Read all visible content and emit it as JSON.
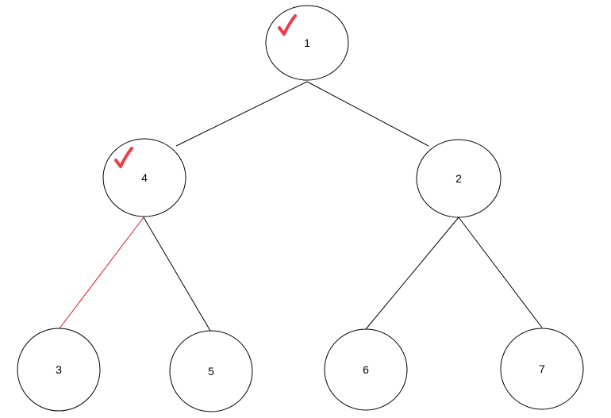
{
  "diagram": {
    "nodes": [
      {
        "id": "n1",
        "label": "1",
        "checked": true
      },
      {
        "id": "n4",
        "label": "4",
        "checked": true
      },
      {
        "id": "n2",
        "label": "2",
        "checked": false
      },
      {
        "id": "n3",
        "label": "3",
        "checked": false
      },
      {
        "id": "n5",
        "label": "5",
        "checked": false
      },
      {
        "id": "n6",
        "label": "6",
        "checked": false
      },
      {
        "id": "n7",
        "label": "7",
        "checked": false
      }
    ],
    "edges": [
      {
        "from": "n1",
        "to": "n4",
        "highlighted": false
      },
      {
        "from": "n1",
        "to": "n2",
        "highlighted": false
      },
      {
        "from": "n4",
        "to": "n3",
        "highlighted": true
      },
      {
        "from": "n4",
        "to": "n5",
        "highlighted": false
      },
      {
        "from": "n2",
        "to": "n6",
        "highlighted": false
      },
      {
        "from": "n2",
        "to": "n7",
        "highlighted": false
      }
    ],
    "colors": {
      "edge": "#000000",
      "highlight_edge": "#e8141c",
      "checkmark": "#f03c48"
    },
    "check_icon": "checkmark-icon"
  }
}
